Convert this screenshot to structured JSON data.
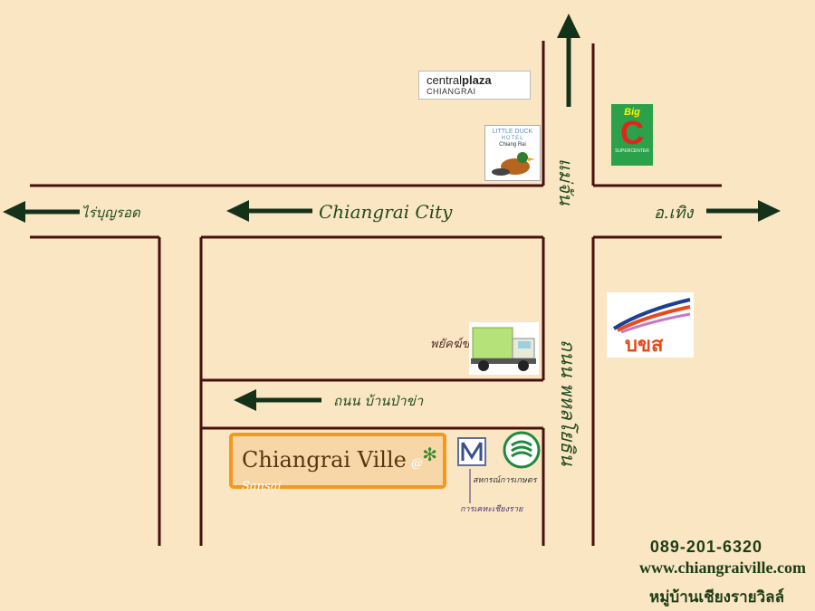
{
  "labels": {
    "rai_bunrod": "ไร่บุญรอด",
    "chiangrai_city": "Chiangrai City",
    "ao_thoeng": "อ.เทิง",
    "mae_chan": "แม่จัน",
    "phahonyothin_road": "ถนน พหลโยธิน",
    "ban_paa_kha_road": "ถนน บ้านป่าข่า",
    "truck_shop": "พยัคฆ์ขนส่ง",
    "coop_label": "สหกรณ์การเกษตร",
    "educ_label": "การเคหะเชียงราย"
  },
  "logos": {
    "central_plaza_word1": "central",
    "central_plaza_word2": "plaza",
    "central_plaza_city": "CHIANGRAI",
    "little_duck_name": "LITTLE DUCK",
    "little_duck_hotel": "HOTEL",
    "little_duck_city": "Chiang Rai",
    "bigc_small": "Big",
    "bigc_letter": "C",
    "bigc_sub": "SUPERCENTER",
    "bks_text": "บขส",
    "chiangrai_ville_main": "Chiangrai Ville",
    "chiangrai_ville_sub": "@ Sansai",
    "m_logo": "M"
  },
  "contact": {
    "phone": "089-201-6320",
    "website": "www.chiangraiville.com",
    "village_name": "หมู่บ้านเชียงรายวิลล์"
  },
  "colors": {
    "background": "#fbe6c4",
    "road_line": "#4a0f0f",
    "arrow": "#14321a",
    "label_text": "#1f4a1d",
    "highlight_border": "#f39a1e"
  },
  "icons": {
    "arrow_north": "arrow-up-icon",
    "arrow_west": "arrow-left-icon",
    "arrow_east": "arrow-right-icon",
    "truck": "truck-icon",
    "duck": "duck-icon",
    "palm": "palm-tree-icon"
  }
}
